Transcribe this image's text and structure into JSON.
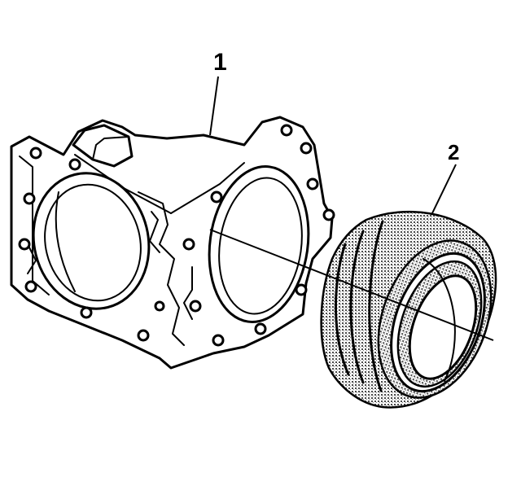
{
  "callouts": [
    {
      "id": "1",
      "label": "1"
    },
    {
      "id": "2",
      "label": "2"
    }
  ],
  "parts": [
    {
      "icon": "housing-icon"
    },
    {
      "icon": "seal-ring-icon"
    }
  ]
}
